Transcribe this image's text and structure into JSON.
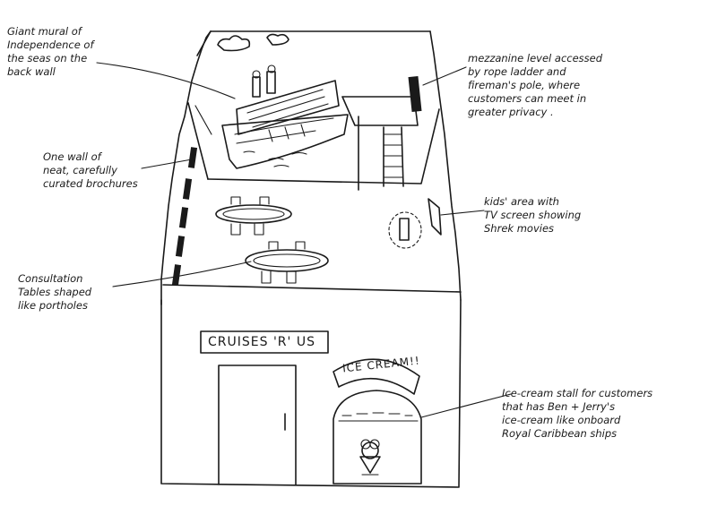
{
  "annotations": {
    "mural": "Giant mural of\nIndependence of\nthe seas on the\nback wall",
    "mezzanine": "mezzanine level accessed\nby rope ladder and\nfireman's pole, where\ncustomers can meet in\ngreater privacy .",
    "brochures": "One wall of\nneat, carefully\ncurated brochures",
    "kids": "kids' area with\nTV screen showing\nShrek movies",
    "tables": "Consultation\nTables shaped\nlike portholes",
    "icecream": "Ice-cream stall for customers\nthat has Ben + Jerry's\nice-cream like onboard\nRoyal Caribbean ships"
  },
  "signs": {
    "store": "CRUISES 'R' US",
    "icecream": "ICE CREAM!!"
  }
}
